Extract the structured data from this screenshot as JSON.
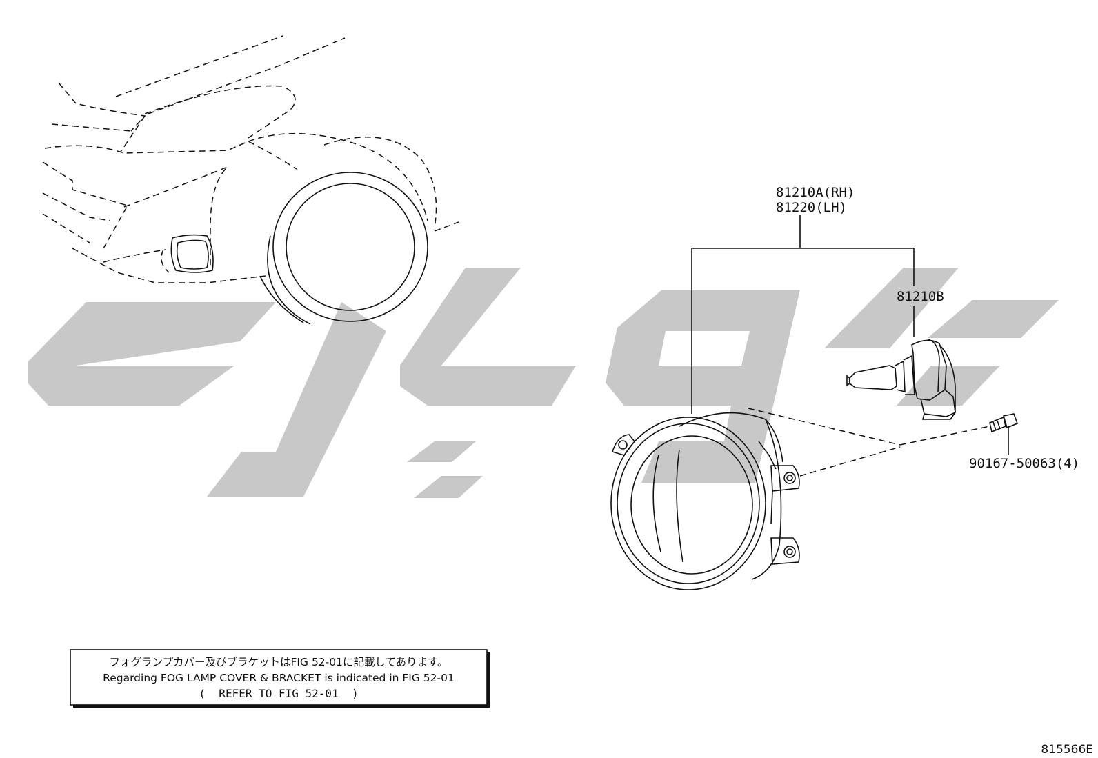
{
  "callouts": {
    "assembly_rh": "81210A(RH)",
    "assembly_lh": "81220(LH)",
    "bulb": "81210B",
    "screw": "90167-50063(4)"
  },
  "note": {
    "line_ja": "フォグランプカバー及びブラケットはFIG 52-01に記載してあります。",
    "line_en": "Regarding FOG LAMP COVER & BRACKET is indicated in FIG 52-01",
    "line_ref": "(  REFER TO FIG 52-01  )"
  },
  "figure_code": "815566E",
  "colors": {
    "line": "#111111",
    "watermark": "#c8c8c8",
    "background": "#ffffff"
  }
}
